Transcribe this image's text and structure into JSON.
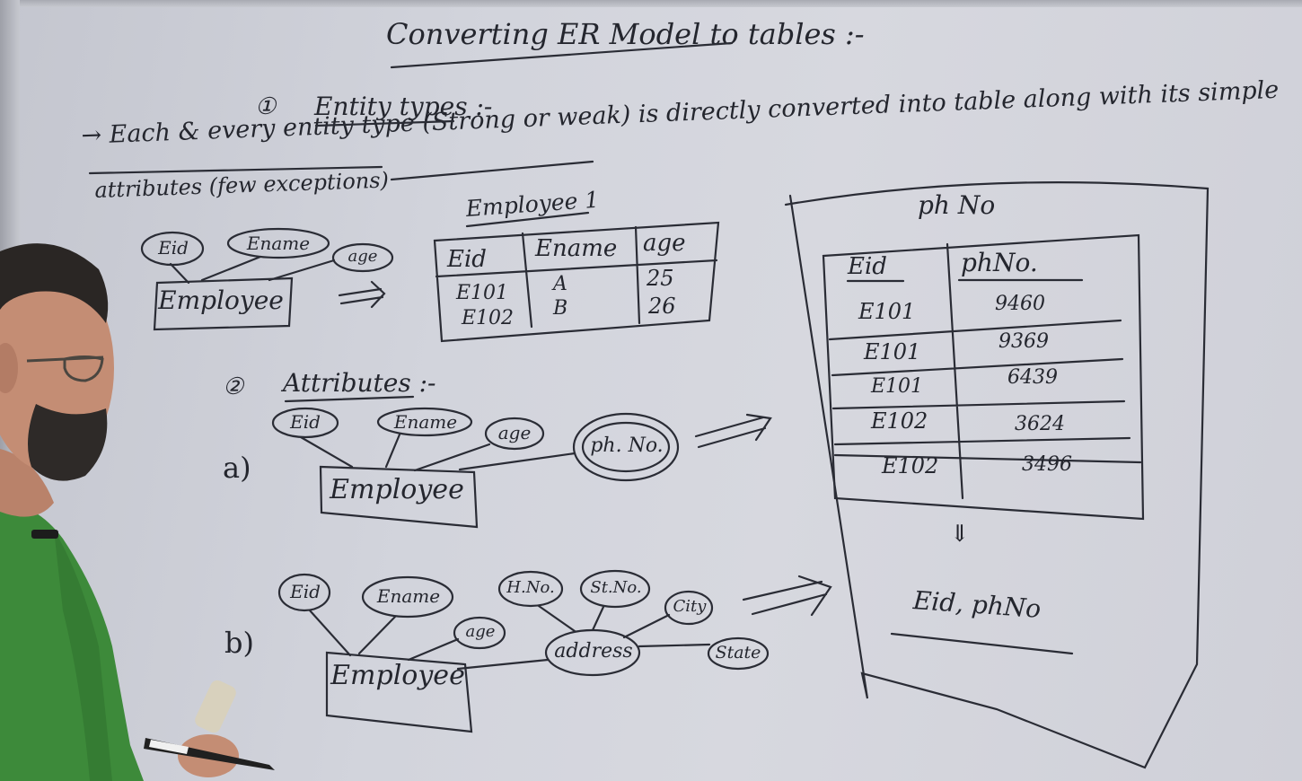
{
  "title": "Converting ER Model to tables :-",
  "section1": {
    "number": "①",
    "heading": "Entity types :-",
    "description_line1": "→ Each & every entity type (Strong or weak) is directly converted into table along with its simple",
    "description_line2": "attributes (few exceptions)"
  },
  "diagram1": {
    "entity": "Employee",
    "attributes": [
      "Eid",
      "Ename",
      "age"
    ],
    "arrow": "⟹"
  },
  "table1": {
    "name": "Employee 1",
    "headers": [
      "Eid",
      "Ename",
      "age"
    ],
    "rows": [
      [
        "E101",
        "A",
        "25"
      ],
      [
        "E102",
        "B",
        "26"
      ]
    ]
  },
  "section2": {
    "number": "②",
    "heading": "Attributes :-"
  },
  "diagram_a": {
    "label": "a)",
    "entity": "Employee",
    "attributes": [
      "Eid",
      "Ename",
      "age",
      "ph. No."
    ]
  },
  "diagram_b": {
    "label": "b)",
    "entity": "Employee",
    "attributes": [
      "Eid",
      "Ename",
      "age",
      "address"
    ],
    "composite": [
      "H.No.",
      "St.No.",
      "City",
      "State"
    ]
  },
  "phno_table": {
    "name": "ph No",
    "headers": [
      "Eid",
      "phNo."
    ],
    "rows": [
      [
        "E101",
        "9460"
      ],
      [
        "E101",
        "9369"
      ],
      [
        "E101",
        "6439"
      ],
      [
        "E102",
        "3624"
      ],
      [
        "E102",
        "3496"
      ]
    ],
    "equiv_symbol": "⇓",
    "primary_key": "Eid, phNo"
  },
  "colors": {
    "ink": "#24262e",
    "board": "#d2d4dc",
    "shirt": "#3d8a3a"
  }
}
